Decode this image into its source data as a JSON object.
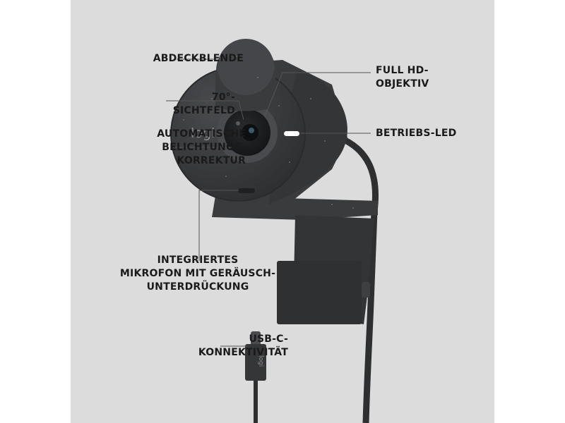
{
  "callouts": {
    "cover": [
      "ABDECKBLENDE"
    ],
    "lens": [
      "FULL HD-",
      "OBJEKTIV"
    ],
    "fov": [
      "70°-",
      "SICHTFELD"
    ],
    "led": [
      "BETRIEBS-LED"
    ],
    "exposure": [
      "AUTOMATISCHE",
      "BELICHTUNGS-",
      "KORREKTUR"
    ],
    "mic": [
      "INTEGRIERTES",
      "MIKROFON MIT GERÄUSCH-",
      "UNTERDRÜCKUNG"
    ],
    "usb": [
      "USB-C-",
      "KONNEKTIVITÄT"
    ]
  },
  "product": {
    "brand_logo": "logi",
    "connector_logo": "logi"
  },
  "colors": {
    "background": "#dcdcdc",
    "body": "#3a3b3d",
    "led": "#ffffff"
  }
}
